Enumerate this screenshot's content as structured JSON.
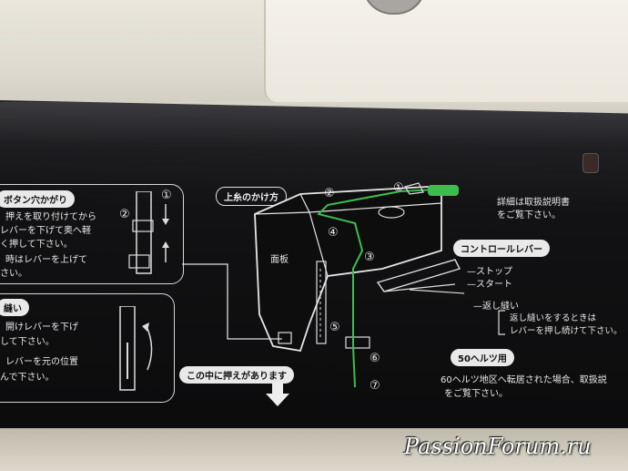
{
  "panel_left_top": {
    "title": "ボタン穴かがり",
    "line1": "押えを取り付けてから",
    "line2": "レバーを下げて奥へ軽",
    "line3": "く押して下さい。",
    "line4": "時はレバーを上げて",
    "line5": "さい。",
    "num": "①",
    "num2": "②"
  },
  "panel_left_bottom": {
    "title": "縫い",
    "line1": "開けレバーを下げ",
    "line2": "して下さい。",
    "line3": "レバーを元の位置",
    "line4": "んで下さい。"
  },
  "threading": {
    "title": "上糸のかけ方",
    "face_label": "面板",
    "steps": [
      "①",
      "②",
      "③",
      "④",
      "⑤",
      "⑥",
      "⑦"
    ]
  },
  "inside_notice": "この中に押えがあります",
  "details_note": {
    "line1": "詳細は取扱説明書",
    "line2": "をご覧下さい。"
  },
  "control_lever": {
    "title": "コントロールレバー",
    "stop": "ストップ",
    "start": "スタート",
    "reverse": "返し縫い",
    "note1": "返し縫いをするときは",
    "note2": "レバーを押し続けて下さい。"
  },
  "hz50": {
    "title": "50ヘルツ用",
    "line1": "60ヘルツ地区へ転居された場合、取扱説",
    "line2": "をご覧下さい。"
  },
  "watermark": "PassionForum.ru"
}
